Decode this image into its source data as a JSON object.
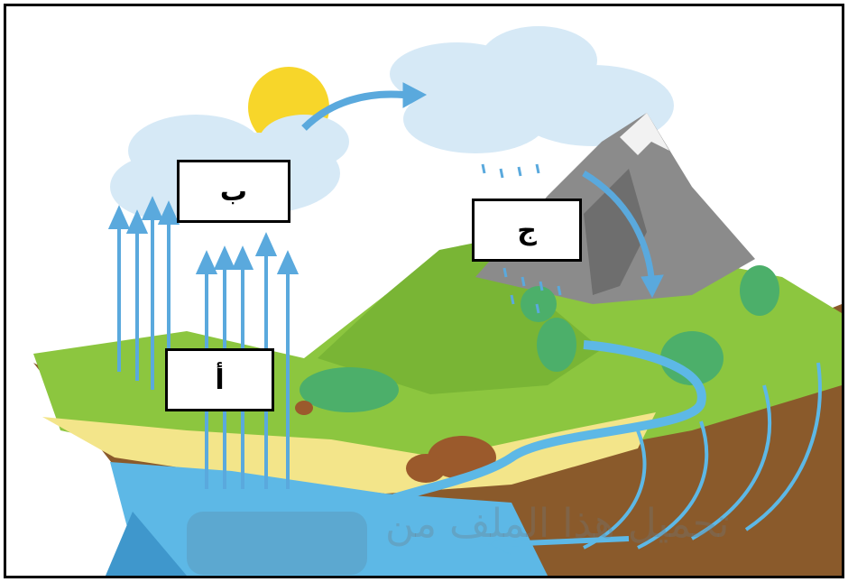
{
  "labels": {
    "a": "أ",
    "b": "ب",
    "j": "ج"
  },
  "watermark": "تحميل هذا الملف من",
  "colors": {
    "sky": "#ffffff",
    "cloud": "#d6e9f6",
    "sun": "#f7d62a",
    "arrow": "#5aa9dd",
    "grass": "#8cc63f",
    "hill": "#79b535",
    "mountain": "#8b8b8b",
    "snow": "#f2f2f2",
    "soil": "#8a5a2b",
    "sand": "#f3e58a",
    "water": "#5db8e6",
    "tree": "#4caf6a"
  }
}
